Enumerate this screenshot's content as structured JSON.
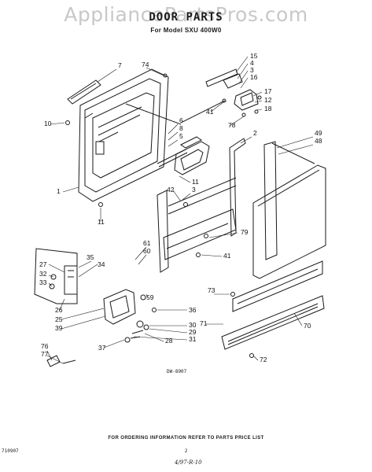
{
  "watermark": "AppliancePartsPros.com",
  "title": "DOOR PARTS",
  "subtitle": "For Model SXU 400W0",
  "drawing_number": "DW-8907",
  "footer_note": "FOR ORDERING INFORMATION REFER TO PARTS PRICE LIST",
  "page_number": "2",
  "catalog_code": "710907",
  "handwritten_note": "4/97-R-10",
  "callouts": [
    "15",
    "4",
    "3",
    "16",
    "17",
    "12",
    "18",
    "41",
    "78",
    "7",
    "74",
    "10",
    "6",
    "8",
    "5",
    "11",
    "1",
    "11",
    "2",
    "49",
    "48",
    "42",
    "3",
    "79",
    "41",
    "61",
    "60",
    "59",
    "35",
    "27",
    "34",
    "32",
    "33",
    "26",
    "25",
    "39",
    "76",
    "77",
    "37",
    "36",
    "30",
    "29",
    "28",
    "31",
    "73",
    "71",
    "70",
    "72"
  ]
}
